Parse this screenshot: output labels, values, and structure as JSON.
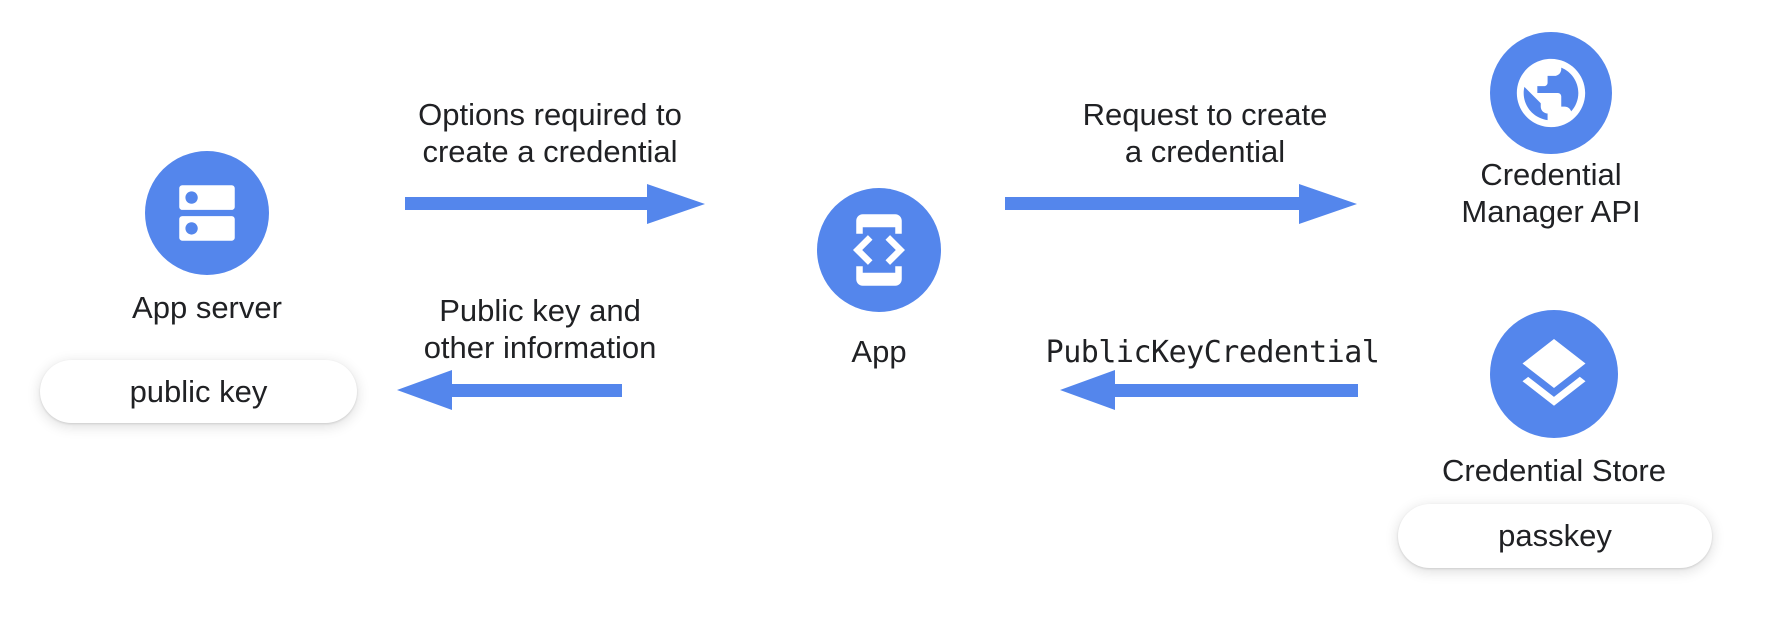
{
  "title": "Passkey creation flow diagram",
  "colors": {
    "accent": "#5486EC",
    "text": "#202124",
    "pill_bg": "#FFFFFF",
    "background": "#FFFFFF"
  },
  "nodes": {
    "app_server": {
      "label": "App server",
      "icon": "server-icon",
      "badge": "public key"
    },
    "app": {
      "label": "App",
      "icon": "code-phone-icon"
    },
    "credential_manager_api": {
      "label": "Credential\nManager API",
      "icon": "globe-icon"
    },
    "credential_store": {
      "label": "Credential Store",
      "icon": "layers-icon",
      "badge": "passkey"
    }
  },
  "arrows": [
    {
      "id": "options",
      "direction": "right",
      "label": "Options required to\ncreate a credential"
    },
    {
      "id": "request",
      "direction": "right",
      "label": "Request to create\na credential"
    },
    {
      "id": "public-key-info",
      "direction": "left",
      "label": "Public key and\nother information"
    },
    {
      "id": "public-key-credential",
      "direction": "left",
      "mono": true,
      "label": "PublicKeyCredential"
    }
  ]
}
